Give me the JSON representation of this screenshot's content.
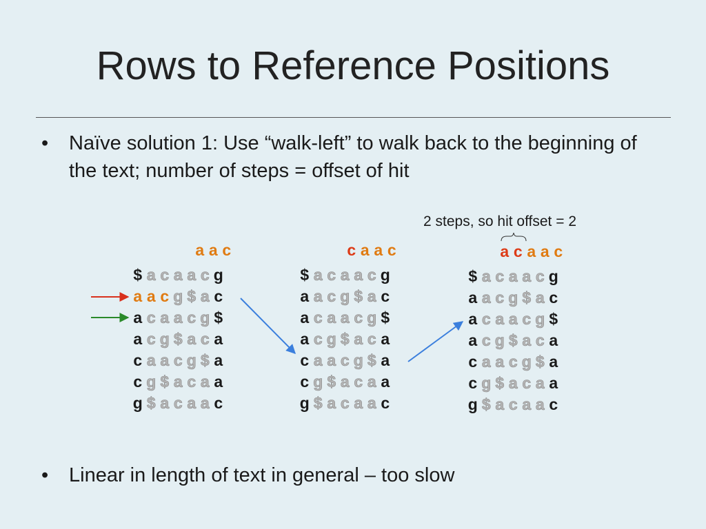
{
  "slide": {
    "title": "Rows to Reference Positions",
    "bullets": [
      "Naïve solution 1: Use “walk-left” to walk back to the beginning of the text; number of steps = offset of hit",
      "Linear in length of text in general – too slow"
    ],
    "bullet_marker": "•",
    "note": "2 steps, so hit offset = 2"
  },
  "matrices": [
    {
      "header": [
        {
          "ch": "a",
          "color": "orange"
        },
        {
          "ch": "a",
          "color": "orange"
        },
        {
          "ch": "c",
          "color": "orange"
        }
      ],
      "rows": [
        [
          [
            "$",
            "k"
          ],
          [
            "a",
            "g"
          ],
          [
            "c",
            "g"
          ],
          [
            "a",
            "g"
          ],
          [
            "a",
            "g"
          ],
          [
            "c",
            "g"
          ],
          [
            "g",
            "k"
          ]
        ],
        [
          [
            "a",
            "o"
          ],
          [
            "a",
            "o"
          ],
          [
            "c",
            "o"
          ],
          [
            "g",
            "g"
          ],
          [
            "$",
            "g"
          ],
          [
            "a",
            "g"
          ],
          [
            "c",
            "k"
          ]
        ],
        [
          [
            "a",
            "k"
          ],
          [
            "c",
            "g"
          ],
          [
            "a",
            "g"
          ],
          [
            "a",
            "g"
          ],
          [
            "c",
            "g"
          ],
          [
            "g",
            "g"
          ],
          [
            "$",
            "k"
          ]
        ],
        [
          [
            "a",
            "k"
          ],
          [
            "c",
            "g"
          ],
          [
            "g",
            "g"
          ],
          [
            "$",
            "g"
          ],
          [
            "a",
            "g"
          ],
          [
            "c",
            "g"
          ],
          [
            "a",
            "k"
          ]
        ],
        [
          [
            "c",
            "k"
          ],
          [
            "a",
            "g"
          ],
          [
            "a",
            "g"
          ],
          [
            "c",
            "g"
          ],
          [
            "g",
            "g"
          ],
          [
            "$",
            "g"
          ],
          [
            "a",
            "k"
          ]
        ],
        [
          [
            "c",
            "k"
          ],
          [
            "g",
            "g"
          ],
          [
            "$",
            "g"
          ],
          [
            "a",
            "g"
          ],
          [
            "c",
            "g"
          ],
          [
            "a",
            "g"
          ],
          [
            "a",
            "k"
          ]
        ],
        [
          [
            "g",
            "k"
          ],
          [
            "$",
            "g"
          ],
          [
            "a",
            "g"
          ],
          [
            "c",
            "g"
          ],
          [
            "a",
            "g"
          ],
          [
            "a",
            "g"
          ],
          [
            "c",
            "k"
          ]
        ]
      ]
    },
    {
      "header": [
        {
          "ch": "c",
          "color": "red"
        },
        {
          "ch": "a",
          "color": "orange"
        },
        {
          "ch": "a",
          "color": "orange"
        },
        {
          "ch": "c",
          "color": "orange"
        }
      ],
      "rows": [
        [
          [
            "$",
            "k"
          ],
          [
            "a",
            "g"
          ],
          [
            "c",
            "g"
          ],
          [
            "a",
            "g"
          ],
          [
            "a",
            "g"
          ],
          [
            "c",
            "g"
          ],
          [
            "g",
            "k"
          ]
        ],
        [
          [
            "a",
            "k"
          ],
          [
            "a",
            "g"
          ],
          [
            "c",
            "g"
          ],
          [
            "g",
            "g"
          ],
          [
            "$",
            "g"
          ],
          [
            "a",
            "g"
          ],
          [
            "c",
            "k"
          ]
        ],
        [
          [
            "a",
            "k"
          ],
          [
            "c",
            "g"
          ],
          [
            "a",
            "g"
          ],
          [
            "a",
            "g"
          ],
          [
            "c",
            "g"
          ],
          [
            "g",
            "g"
          ],
          [
            "$",
            "k"
          ]
        ],
        [
          [
            "a",
            "k"
          ],
          [
            "c",
            "g"
          ],
          [
            "g",
            "g"
          ],
          [
            "$",
            "g"
          ],
          [
            "a",
            "g"
          ],
          [
            "c",
            "g"
          ],
          [
            "a",
            "k"
          ]
        ],
        [
          [
            "c",
            "k"
          ],
          [
            "a",
            "g"
          ],
          [
            "a",
            "g"
          ],
          [
            "c",
            "g"
          ],
          [
            "g",
            "g"
          ],
          [
            "$",
            "g"
          ],
          [
            "a",
            "k"
          ]
        ],
        [
          [
            "c",
            "k"
          ],
          [
            "g",
            "g"
          ],
          [
            "$",
            "g"
          ],
          [
            "a",
            "g"
          ],
          [
            "c",
            "g"
          ],
          [
            "a",
            "g"
          ],
          [
            "a",
            "k"
          ]
        ],
        [
          [
            "g",
            "k"
          ],
          [
            "$",
            "g"
          ],
          [
            "a",
            "g"
          ],
          [
            "c",
            "g"
          ],
          [
            "a",
            "g"
          ],
          [
            "a",
            "g"
          ],
          [
            "c",
            "k"
          ]
        ]
      ]
    },
    {
      "header": [
        {
          "ch": "a",
          "color": "red"
        },
        {
          "ch": "c",
          "color": "red"
        },
        {
          "ch": "a",
          "color": "orange"
        },
        {
          "ch": "a",
          "color": "orange"
        },
        {
          "ch": "c",
          "color": "orange"
        }
      ],
      "rows": [
        [
          [
            "$",
            "k"
          ],
          [
            "a",
            "g"
          ],
          [
            "c",
            "g"
          ],
          [
            "a",
            "g"
          ],
          [
            "a",
            "g"
          ],
          [
            "c",
            "g"
          ],
          [
            "g",
            "k"
          ]
        ],
        [
          [
            "a",
            "k"
          ],
          [
            "a",
            "g"
          ],
          [
            "c",
            "g"
          ],
          [
            "g",
            "g"
          ],
          [
            "$",
            "g"
          ],
          [
            "a",
            "g"
          ],
          [
            "c",
            "k"
          ]
        ],
        [
          [
            "a",
            "k"
          ],
          [
            "c",
            "g"
          ],
          [
            "a",
            "g"
          ],
          [
            "a",
            "g"
          ],
          [
            "c",
            "g"
          ],
          [
            "g",
            "g"
          ],
          [
            "$",
            "k"
          ]
        ],
        [
          [
            "a",
            "k"
          ],
          [
            "c",
            "g"
          ],
          [
            "g",
            "g"
          ],
          [
            "$",
            "g"
          ],
          [
            "a",
            "g"
          ],
          [
            "c",
            "g"
          ],
          [
            "a",
            "k"
          ]
        ],
        [
          [
            "c",
            "k"
          ],
          [
            "a",
            "g"
          ],
          [
            "a",
            "g"
          ],
          [
            "c",
            "g"
          ],
          [
            "g",
            "g"
          ],
          [
            "$",
            "g"
          ],
          [
            "a",
            "k"
          ]
        ],
        [
          [
            "c",
            "k"
          ],
          [
            "g",
            "g"
          ],
          [
            "$",
            "g"
          ],
          [
            "a",
            "g"
          ],
          [
            "c",
            "g"
          ],
          [
            "a",
            "g"
          ],
          [
            "a",
            "k"
          ]
        ],
        [
          [
            "g",
            "k"
          ],
          [
            "$",
            "g"
          ],
          [
            "a",
            "g"
          ],
          [
            "c",
            "g"
          ],
          [
            "a",
            "g"
          ],
          [
            "a",
            "g"
          ],
          [
            "c",
            "k"
          ]
        ]
      ]
    }
  ],
  "colors": {
    "background": "#e4eff3",
    "orange": "#e07b12",
    "red": "#dd3b17",
    "arrow_blue": "#3b7fdd",
    "arrow_red": "#d8301c",
    "arrow_green": "#2a8a2a"
  }
}
